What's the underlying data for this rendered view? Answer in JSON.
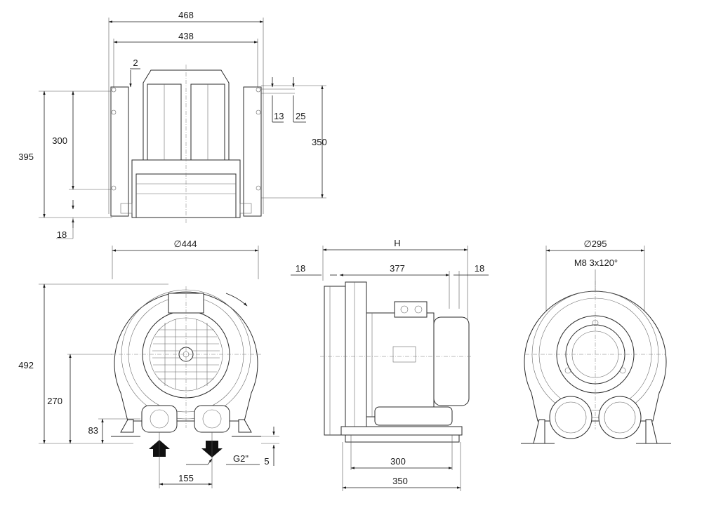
{
  "top_view": {
    "width_outer": "468",
    "width_inner": "438",
    "offset_small": "2",
    "height_total": "395",
    "height_mounting": "300",
    "height_right": "350",
    "tab_13": "13",
    "tab_25": "25",
    "foot_18": "18"
  },
  "front_view": {
    "diameter": "∅444",
    "height_total": "492",
    "height_center": "270",
    "height_ports": "83",
    "port_spacing": "155",
    "thread": "G2\"",
    "base_5": "5"
  },
  "side_view": {
    "length_h": "H",
    "left_18": "18",
    "body_377": "377",
    "right_18": "18",
    "foot_300": "300",
    "foot_350": "350"
  },
  "back_view": {
    "diameter": "∅295",
    "bolt_pattern": "M8  3x120°"
  }
}
